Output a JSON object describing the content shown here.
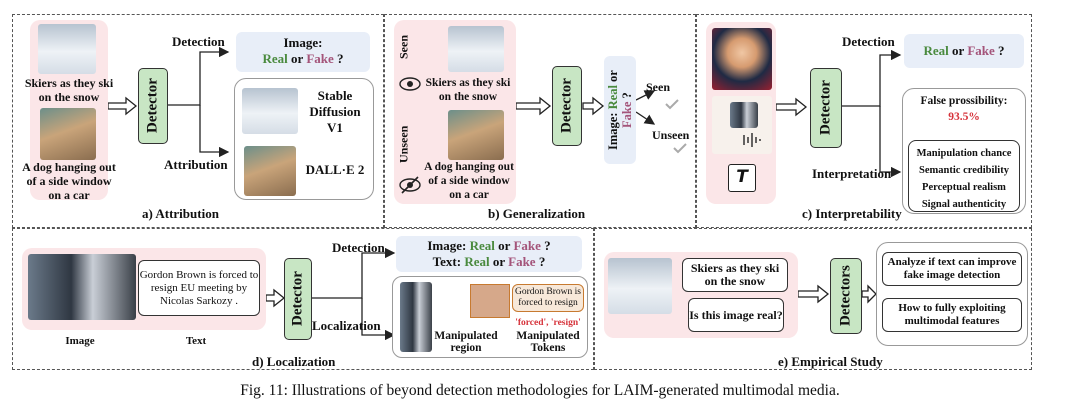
{
  "detector_label": "Detector",
  "detectors_label": "Detectors",
  "real_word": "Real",
  "or_word": "or",
  "fake_word": "Fake",
  "q_mark": "?",
  "caption": "Fig. 11: Illustrations of beyond detection methodologies for LAIM-generated multimodal media.",
  "attribution": {
    "title": "a) Attribution",
    "ski_caption": "Skiers as they ski on the snow",
    "dog_caption": "A dog hanging out of a side window on a car",
    "detection_label": "Detection",
    "attribution_label": "Attribution",
    "image_label": "Image:",
    "model_1": "Stable Diffusion V1",
    "model_2": "DALL·E 2"
  },
  "generalization": {
    "title": "b) Generalization",
    "seen_label": "Seen",
    "unseen_label": "Unseen",
    "ski_caption": "Skiers as they ski on the snow",
    "dog_caption": "A dog hanging out of a side window on a car",
    "image_label": "Image:",
    "out_seen": "Seen",
    "out_unseen": "Unseen"
  },
  "interpretability": {
    "title": "c) Interpretability",
    "detection_label": "Detection",
    "interpretation_label": "Interpretation",
    "false_prob_label": "False prossibility:",
    "false_prob_value": "93.5%",
    "factors": [
      "Manipulation chance",
      "Semantic credibility",
      "Perceptual realism",
      "Signal authenticity"
    ],
    "text_icon": "T"
  },
  "localization": {
    "title": "d) Localization",
    "image_label": "Image",
    "text_label": "Text",
    "text_content": "Gordon Brown is forced to resign EU meeting by Nicolas Sarkozy .",
    "detection_label": "Detection",
    "localization_label": "Localization",
    "image_prefix": "Image:",
    "text_prefix": "Text:",
    "snippet": "Gordon Brown is forced to resign",
    "tokens": "'forced', 'resign'",
    "region_label": "Manipulated region",
    "tokens_label": "Manipulated Tokens"
  },
  "empirical": {
    "title": "e) Empirical Study",
    "caption_text": "Skiers as they ski on the snow",
    "question": "Is this image real?",
    "q1": "Analyze if text can improve fake image detection",
    "q2": "How to fully exploiting multimodal features"
  }
}
